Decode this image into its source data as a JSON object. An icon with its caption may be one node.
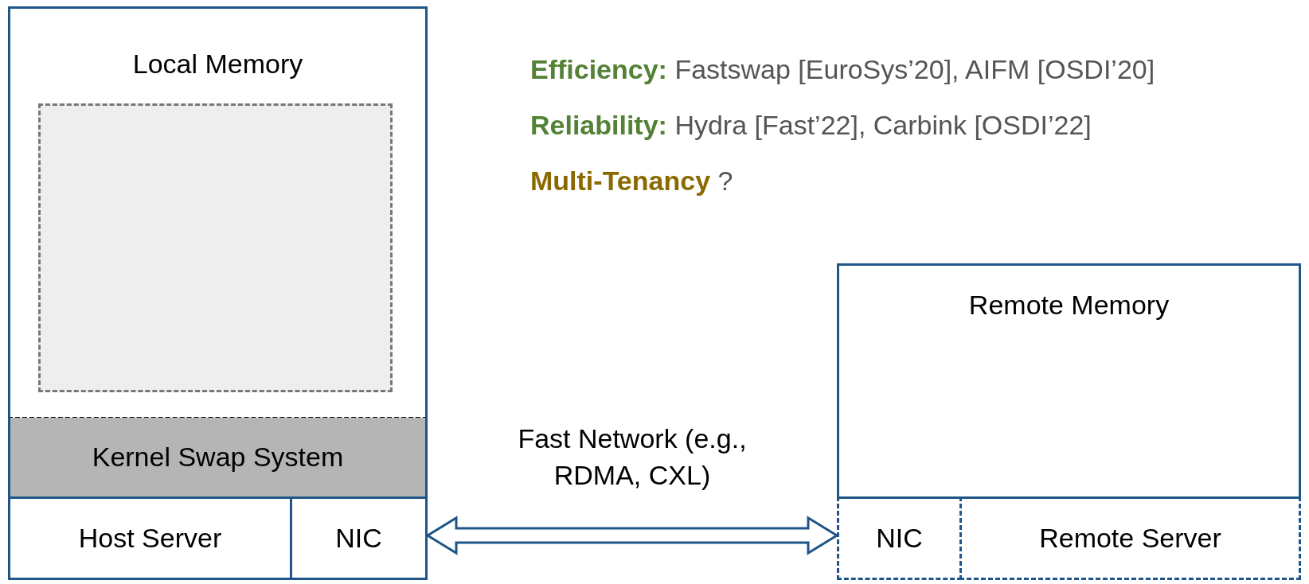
{
  "diagram": {
    "nodes": [
      {
        "text": [
          "Local Memory"
        ]
      },
      {
        "text": [],
        "shape": "box",
        "in": 0
      },
      {
        "text": [
          "Kernel Swap System"
        ]
      },
      {
        "text": [
          "Host Server"
        ]
      },
      {
        "text": [
          "NIC"
        ]
      },
      {
        "text": [
          "Remote Memory"
        ]
      },
      {
        "text": [
          "NIC"
        ]
      },
      {
        "text": [
          "Remote Server"
        ]
      }
    ],
    "edges": [
      {
        "from": 4,
        "to": 6,
        "arrow": "both",
        "label": "Fast Network (e.g., RDMA, CXL)"
      }
    ],
    "labels": [
      "**Efficiency:** Fastswap [EuroSys’20], AIFM [OSDI’20]",
      "**Reliability:** Hydra [Fast’22], Carbink [OSDI’22]",
      "**Multi-Tenancy** ?"
    ]
  }
}
